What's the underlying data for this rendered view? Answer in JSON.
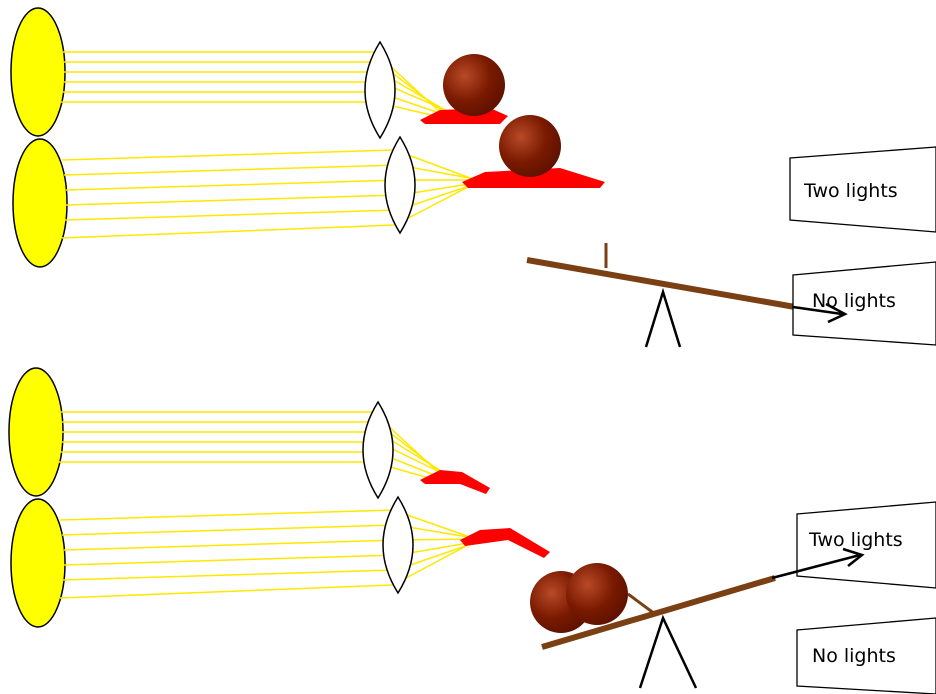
{
  "panels": [
    {
      "id": "top",
      "labels": {
        "upper": "Two lights",
        "lower": "No lights"
      },
      "lenses_lit": 2,
      "balls_resting_on_paddles": 2,
      "seesaw_tilt": "down-right",
      "arrow_points_to": "No lights"
    },
    {
      "id": "bottom",
      "labels": {
        "upper": "Two lights",
        "lower": "No lights"
      },
      "lenses_lit": 2,
      "balls_resting_on_paddles": 0,
      "seesaw_tilt": "down-left",
      "arrow_points_to": "Two lights"
    }
  ],
  "colors": {
    "lamp": "#ffff00",
    "ray": "#ffe800",
    "paddle": "#ff0000",
    "ball": "#7a1a00",
    "ball_highlight": "#b84a28",
    "beam": "#7b3f14",
    "background": "#ffffff"
  }
}
